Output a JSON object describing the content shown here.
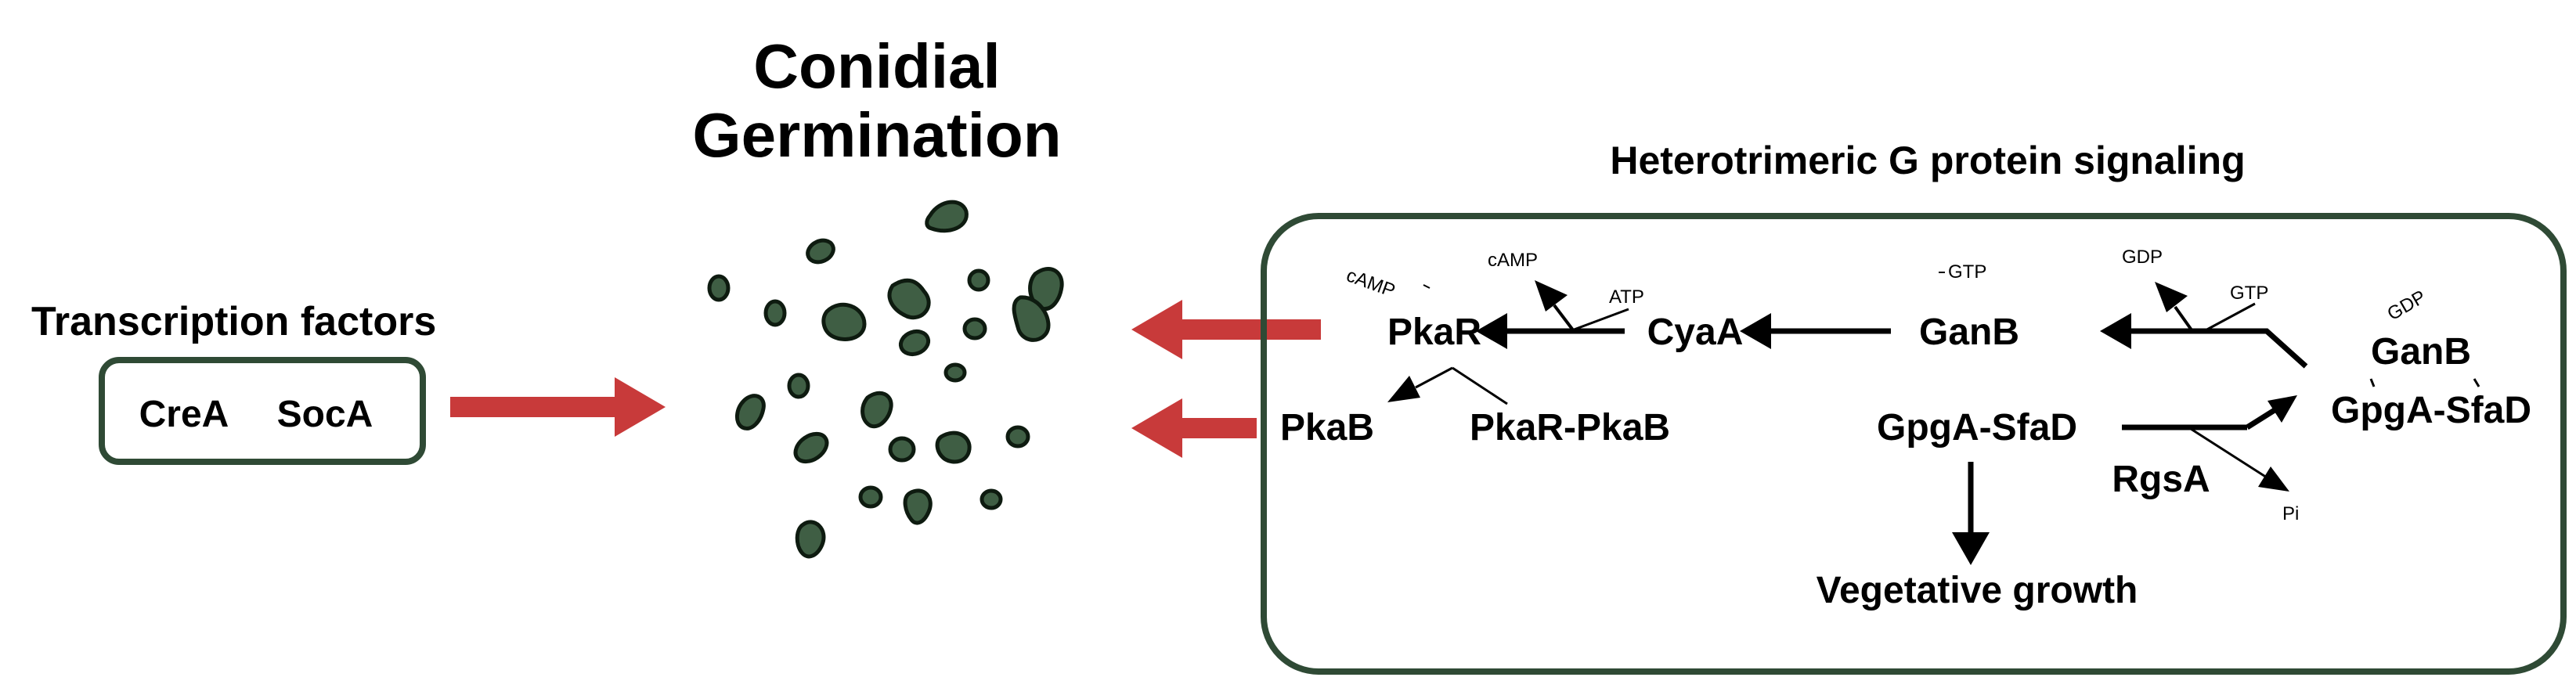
{
  "title": {
    "line1": "Conidial",
    "line2": "Germination"
  },
  "transcription": {
    "heading": "Transcription factors",
    "factors": [
      "CreA",
      "SocA"
    ]
  },
  "gprotein": {
    "heading": "Heterotrimeric G protein signaling",
    "nodes": {
      "pkar": "PkaR",
      "cyaa": "CyaA",
      "ganb": "GanB",
      "ganb_complex": "GanB",
      "pkab": "PkaB",
      "pkar_pkab": "PkaR-PkaB",
      "gpga_sfad": "GpgA-SfaD",
      "gpga_sfad_complex": "GpgA-SfaD",
      "rgsa": "RgsA",
      "vegetative": "Vegetative growth"
    },
    "small_labels": {
      "camp_free": "cAMP",
      "camp_release": "cAMP",
      "atp": "ATP",
      "gtp_bound": "GTP",
      "gdp_release": "GDP",
      "gtp_in": "GTP",
      "gdp_bound": "GDP",
      "pi": "Pi"
    }
  },
  "colors": {
    "box_border": "#2f4a35",
    "red_arrow": "#c83a3a",
    "spore_fill": "#3f5e44",
    "spore_outline": "#0e1b10"
  }
}
